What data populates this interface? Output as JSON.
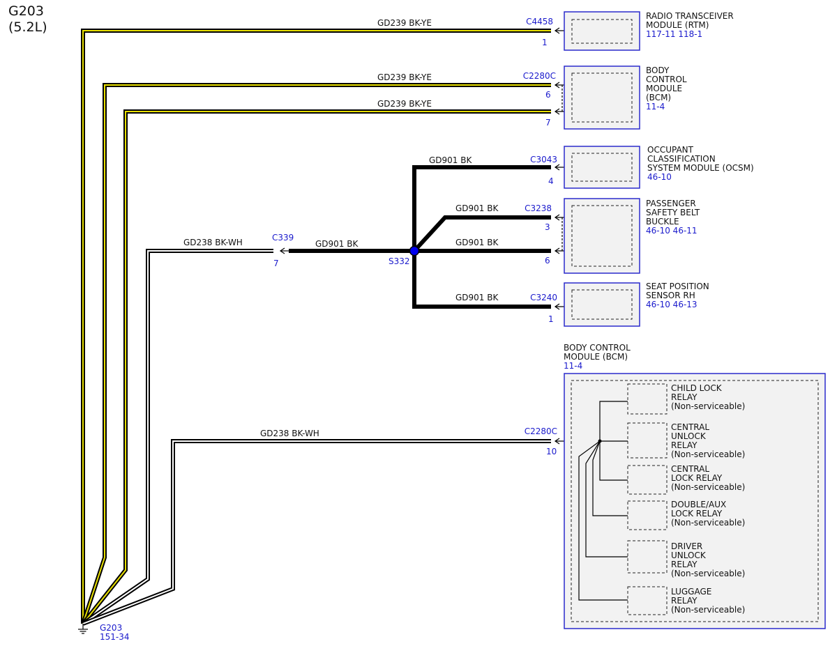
{
  "ground": {
    "title_line1": "G203",
    "title_line2": "(5.2L)",
    "id": "G203",
    "ref": "151-34"
  },
  "wires": {
    "w1": "GD239  BK-YE",
    "w2": "GD239  BK-YE",
    "w3": "GD239  BK-YE",
    "w_c339": "GD238  BK-WH",
    "w_c339_splice": "GD901  BK",
    "w_c3043": "GD901  BK",
    "w_c3238_3": "GD901  BK",
    "w_c3238_6": "GD901  BK",
    "w_c3240": "GD901  BK",
    "w_bcm10": "GD238  BK-WH"
  },
  "connectors": {
    "c4458": "C4458",
    "c4458_pin": "1",
    "c2280c_a": "C2280C",
    "c2280c_pin6": "6",
    "c2280c_pin7": "7",
    "c3043": "C3043",
    "c3043_pin": "4",
    "c3238": "C3238",
    "c3238_pin3": "3",
    "c3238_pin6": "6",
    "c3240": "C3240",
    "c3240_pin": "1",
    "c339": "C339",
    "c339_pin": "7",
    "c2280c_b": "C2280C",
    "c2280c_pin10": "10"
  },
  "splice": {
    "id": "S332"
  },
  "modules": {
    "rtm": {
      "l1": "RADIO TRANSCEIVER",
      "l2": "MODULE (RTM)",
      "ref": "117-11  118-1"
    },
    "bcm": {
      "l1": "BODY",
      "l2": "CONTROL",
      "l3": "MODULE",
      "l4": "(BCM)",
      "ref": "11-4"
    },
    "ocsm": {
      "l1": "OCCUPANT",
      "l2": "CLASSIFICATION",
      "l3": "SYSTEM MODULE (OCSM)",
      "ref": "46-10"
    },
    "psbb": {
      "l1": "PASSENGER",
      "l2": "SAFETY BELT",
      "l3": "BUCKLE",
      "ref": "46-10  46-11"
    },
    "spsrh": {
      "l1": "SEAT POSITION",
      "l2": "SENSOR RH",
      "ref": "46-10  46-13"
    },
    "bcm2": {
      "l1": "BODY CONTROL",
      "l2": "MODULE (BCM)",
      "ref": "11-4"
    }
  },
  "relays": [
    {
      "l1": "CHILD LOCK",
      "l2": "RELAY",
      "l3": "(Non-serviceable)"
    },
    {
      "l1": "CENTRAL",
      "l2": "UNLOCK",
      "l3": "RELAY",
      "l4": "(Non-serviceable)"
    },
    {
      "l1": "CENTRAL",
      "l2": "LOCK RELAY",
      "l3": "(Non-serviceable)"
    },
    {
      "l1": "DOUBLE/AUX",
      "l2": "LOCK RELAY",
      "l3": "(Non-serviceable)"
    },
    {
      "l1": "DRIVER",
      "l2": "UNLOCK",
      "l3": "RELAY",
      "l4": "(Non-serviceable)"
    },
    {
      "l1": "LUGGAGE",
      "l2": "RELAY",
      "l3": "(Non-serviceable)"
    }
  ],
  "colors": {
    "wire_black": "#000000",
    "wire_yellow": "#e8e000",
    "label_blue": "#1a1acc",
    "module_fill": "#f2f2f2",
    "module_border": "#2a2acc",
    "splice_dot": "#0000ee"
  }
}
